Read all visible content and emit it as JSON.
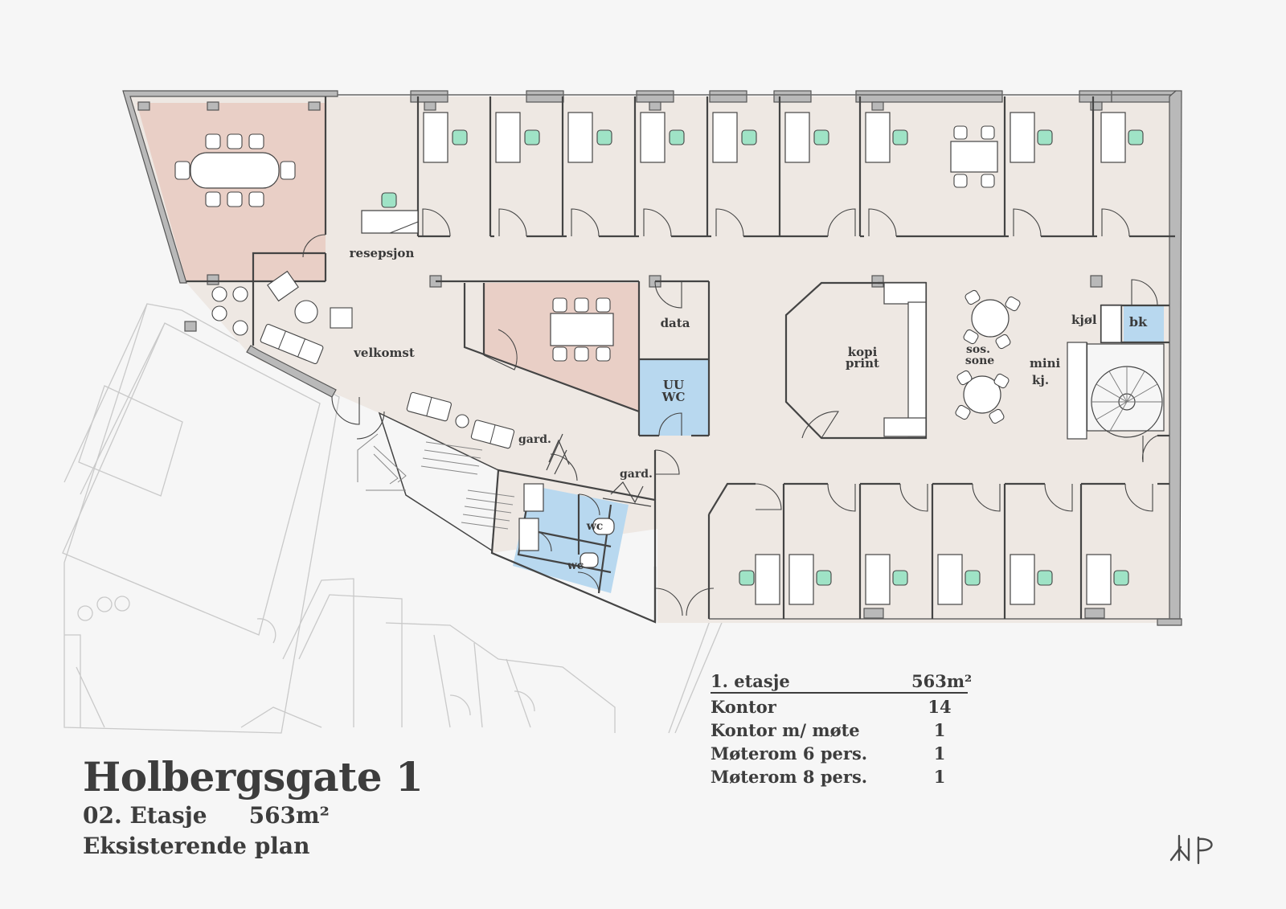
{
  "project": {
    "title": "Holbergsgate 1",
    "floor": "02. Etasje",
    "area": "563m²",
    "plan_type": "Eksisterende plan"
  },
  "area_table": {
    "header": {
      "label": "1. etasje",
      "value": "563m²"
    },
    "rows": [
      {
        "label": "Kontor",
        "value": "14"
      },
      {
        "label": "Kontor m/ møte",
        "value": "1"
      },
      {
        "label": "Møterom 6 pers.",
        "value": "1"
      },
      {
        "label": "Møterom 8 pers.",
        "value": "1"
      }
    ]
  },
  "rooms": {
    "resepsjon": "resepsjon",
    "velkomst": "velkomst",
    "data": "data",
    "uuwc_1": "UU",
    "uuwc_2": "WC",
    "kopi_1": "kopi",
    "kopi_2": "print",
    "sos_1": "sos.",
    "sos_2": "sone",
    "kjol": "kjøl",
    "bk": "bk",
    "mini_1": "mini",
    "mini_2": "kj.",
    "gard_1": "gard.",
    "gard_2": "gard.",
    "wc_1": "wc",
    "wc_2": "wc"
  },
  "logo": "icon-klp-logo",
  "colors": {
    "background": "#f6f6f6",
    "floor": "#eee8e3",
    "meeting_room": "#e9cfc6",
    "wet_room": "#b8d8ef",
    "task_chair": "#9fe3c6",
    "wall": "#b9b9b9",
    "text": "#3d3d3d"
  }
}
